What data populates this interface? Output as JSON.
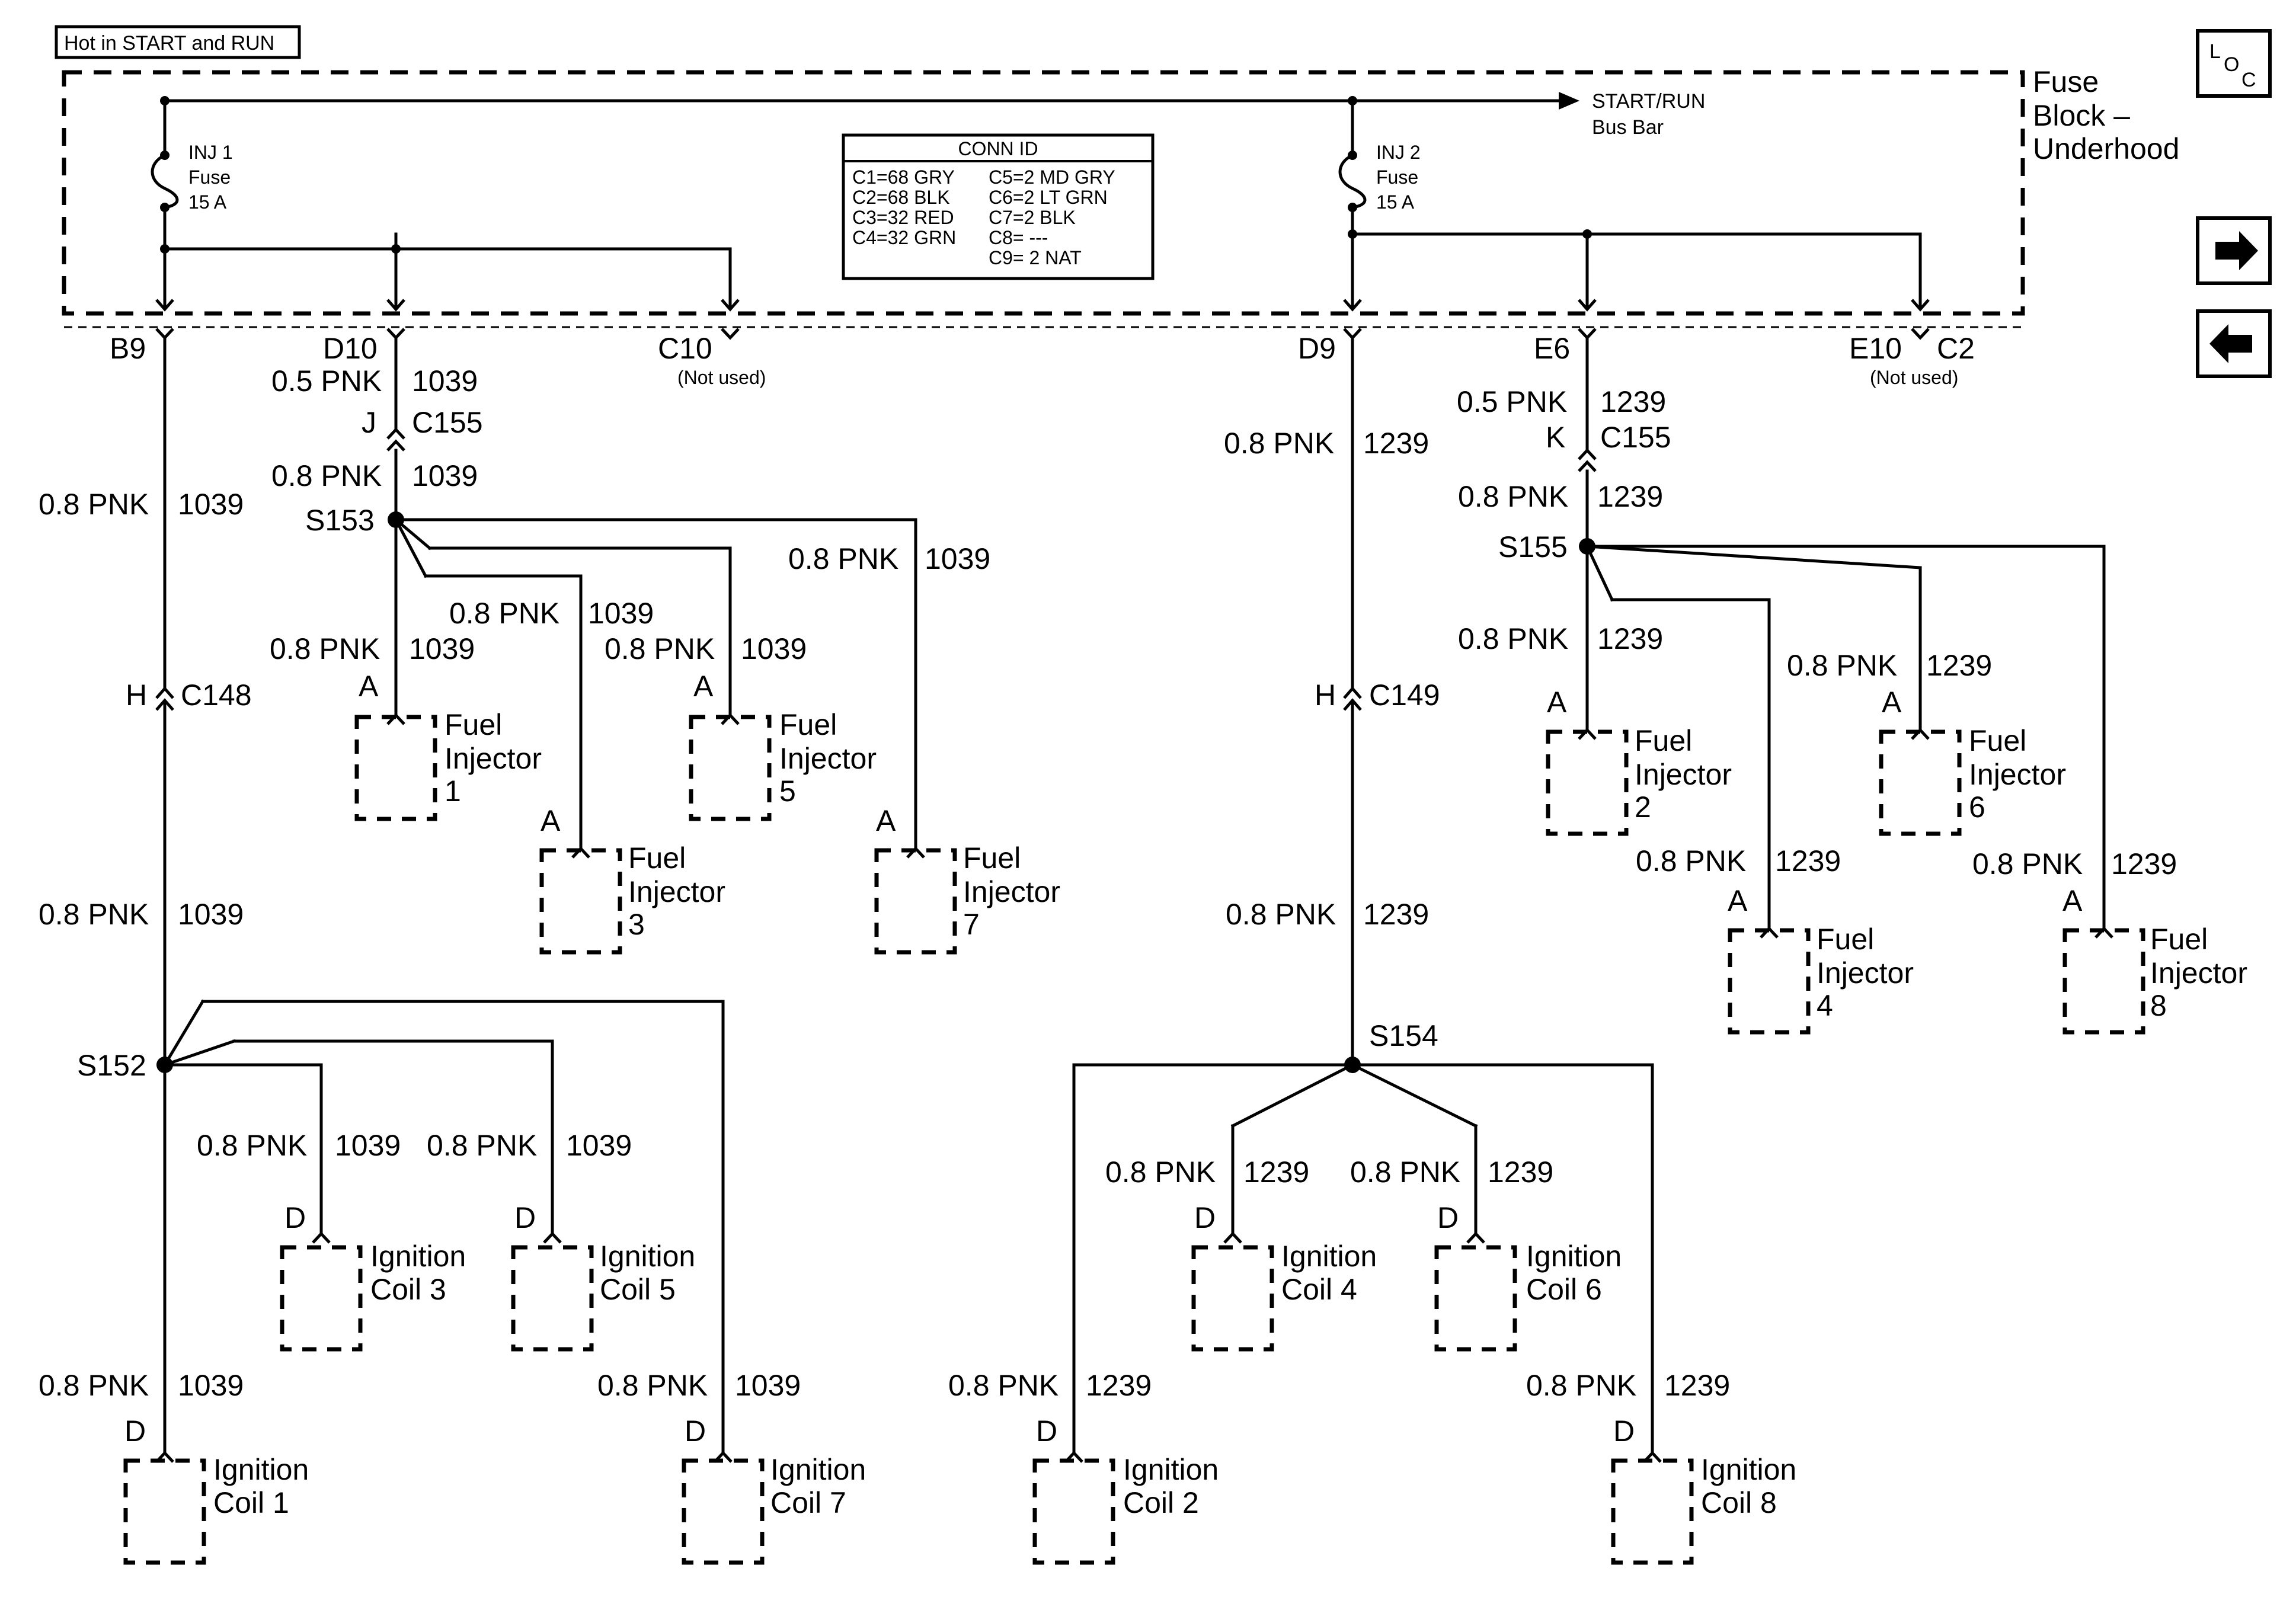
{
  "header": {
    "hot_label": "Hot in START and RUN"
  },
  "fuse_block": {
    "title_line1": "Fuse",
    "title_line2": "Block –",
    "title_line3": "Underhood",
    "busbar_line1": "START/RUN",
    "busbar_line2": "Bus Bar"
  },
  "fuses": [
    {
      "line1": "INJ 1",
      "line2": "Fuse",
      "line3": "15 A"
    },
    {
      "line1": "INJ 2",
      "line2": "Fuse",
      "line3": "15 A"
    }
  ],
  "conn_id": {
    "title": "CONN ID",
    "left": [
      "C1=68 GRY",
      "C2=68 BLK",
      "C3=32 RED",
      "C4=32 GRN"
    ],
    "right": [
      "C5=2 MD GRY",
      "C6=2 LT GRN",
      "C7=2 BLK",
      "C8= ---",
      "C9= 2 NAT"
    ]
  },
  "nav": {
    "loc_l": "L",
    "loc_o": "O",
    "loc_c": "C"
  },
  "terminals": {
    "b9": "B9",
    "d10": "D10",
    "c10": "C10",
    "c10_note": "(Not used)",
    "d9": "D9",
    "e6": "E6",
    "e10": "E10",
    "c2": "C2",
    "e10_note": "(Not used)"
  },
  "wire": {
    "color": "0.8 PNK",
    "color_small": "0.5 PNK",
    "circuit_a": "1039",
    "circuit_b": "1239"
  },
  "connectors": {
    "c155": "C155",
    "c148": "C148",
    "c149": "C149",
    "pin_j": "J",
    "pin_k": "K",
    "pin_h": "H",
    "pin_a": "A",
    "pin_d": "D"
  },
  "splices": {
    "s152": "S152",
    "s153": "S153",
    "s154": "S154",
    "s155": "S155"
  },
  "injectors": {
    "word1": "Fuel",
    "word2": "Injector",
    "n1": "1",
    "n2": "2",
    "n3": "3",
    "n4": "4",
    "n5": "5",
    "n6": "6",
    "n7": "7",
    "n8": "8"
  },
  "coils": {
    "word": "Ignition",
    "c1": "Coil 1",
    "c2": "Coil 2",
    "c3": "Coil 3",
    "c4": "Coil 4",
    "c5": "Coil 5",
    "c6": "Coil 6",
    "c7": "Coil 7",
    "c8": "Coil 8"
  }
}
